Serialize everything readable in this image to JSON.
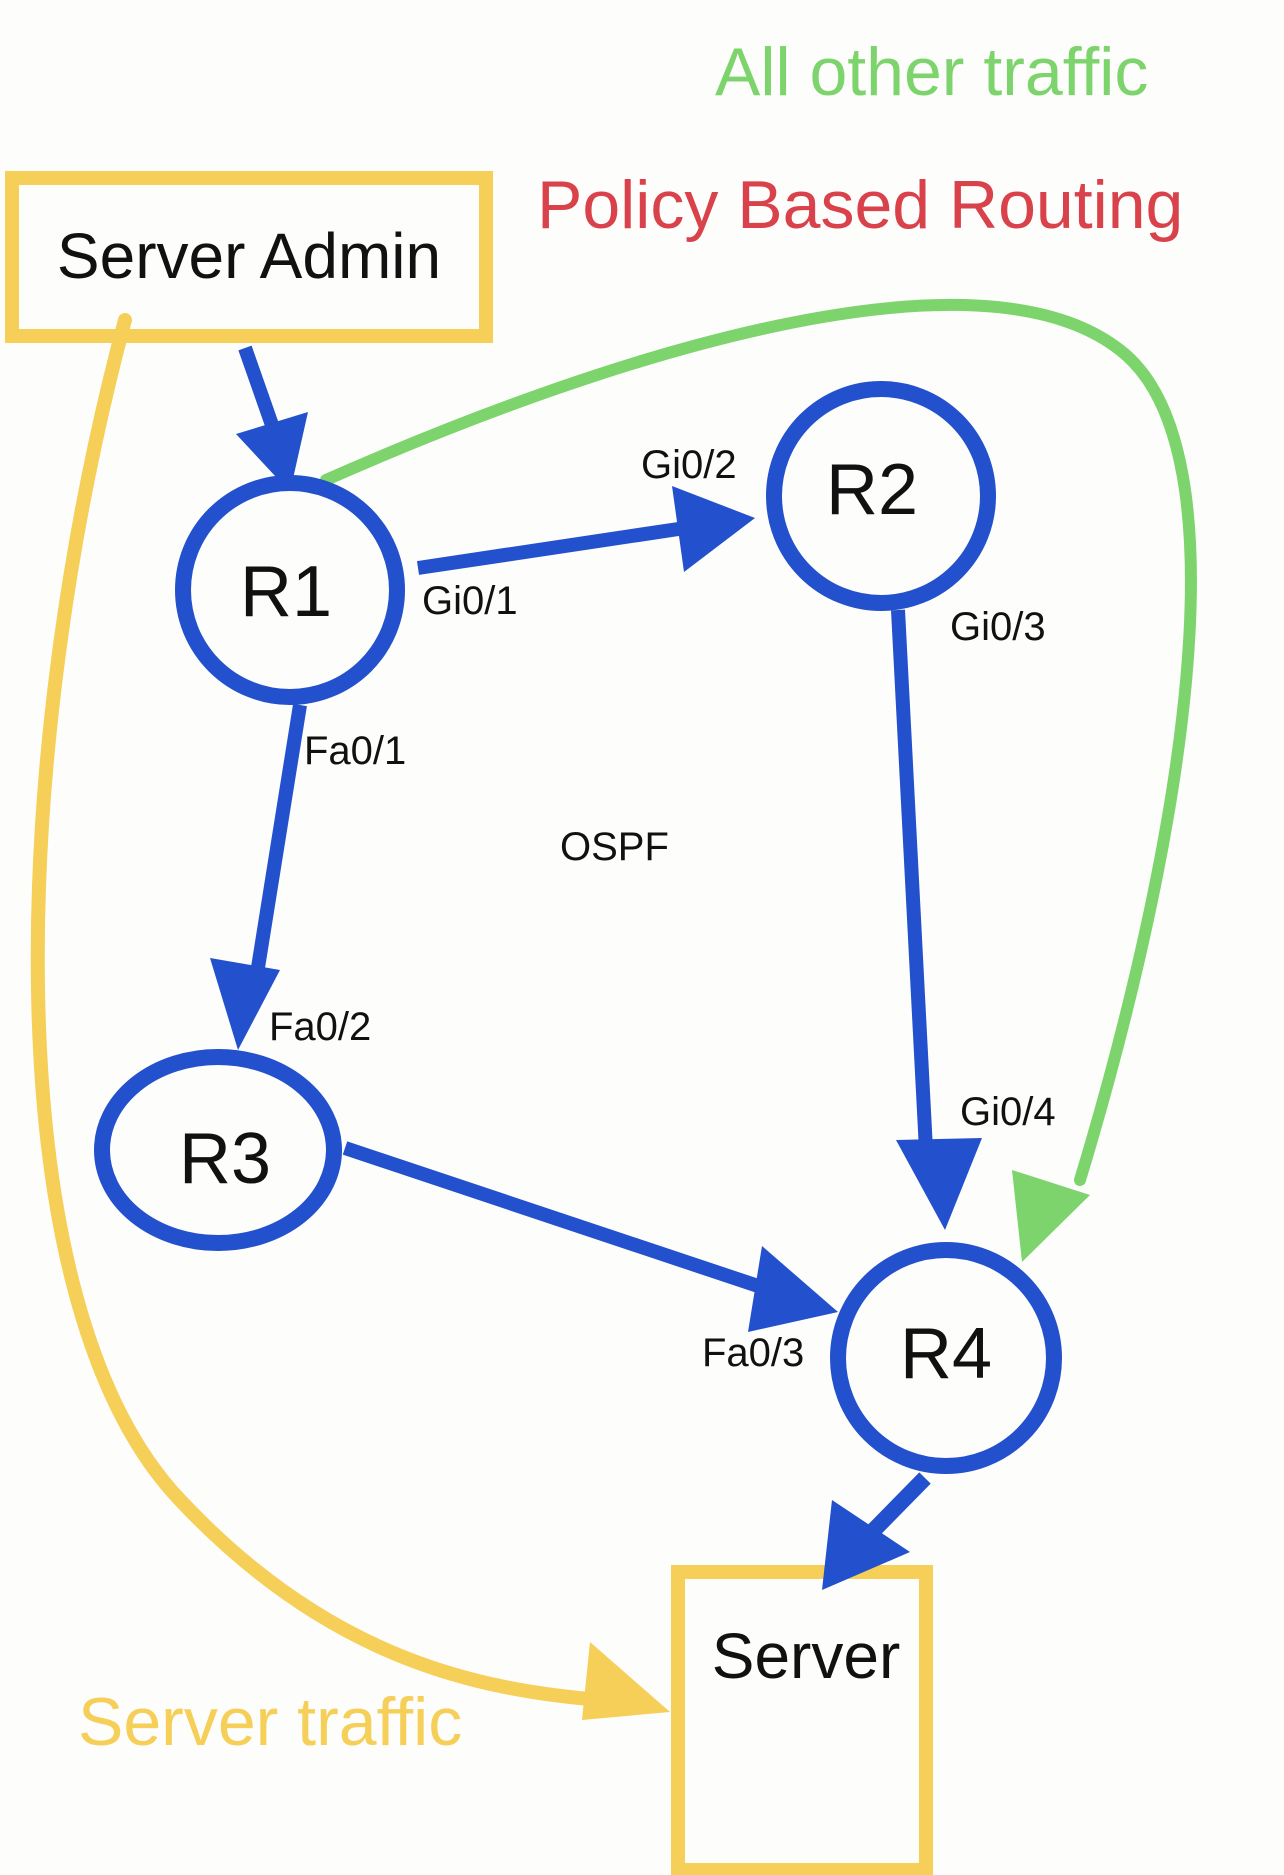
{
  "legend": {
    "all_other_traffic": "All other traffic",
    "policy_based_routing": "Policy Based Routing",
    "server_traffic": "Server traffic"
  },
  "colors": {
    "link_blue": "#2350cc",
    "all_other_green": "#7dd46c",
    "pbr_red": "#d9424a",
    "server_yellow": "#f5cf58"
  },
  "nodes": {
    "server_admin": "Server Admin",
    "r1": "R1",
    "r2": "R2",
    "r3": "R3",
    "r4": "R4",
    "server": "Server"
  },
  "interfaces": {
    "r1_gi01": "Gi0/1",
    "r2_gi02": "Gi0/2",
    "r2_gi03": "Gi0/3",
    "r1_fa01": "Fa0/1",
    "r3_fa02": "Fa0/2",
    "r4_gi04": "Gi0/4",
    "r4_fa03": "Fa0/3"
  },
  "protocol_label": "OSPF"
}
